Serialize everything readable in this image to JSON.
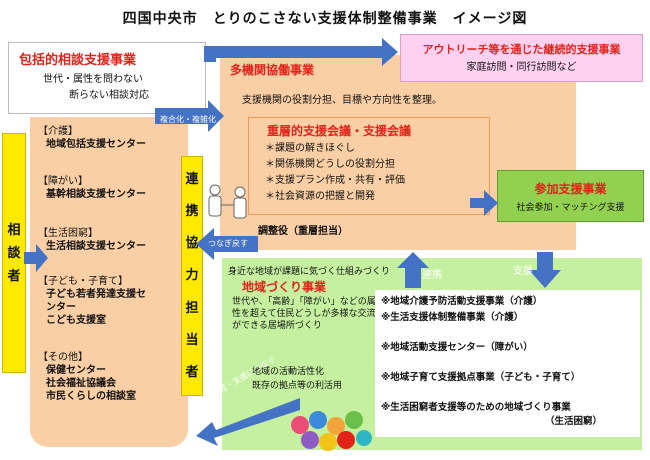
{
  "title": "四国中央市　とりのこさない支援体制整備事業　イメージ図",
  "houkatsu": {
    "heading": "包括的相談支援事業",
    "line1": "世代・属性を問わない",
    "line2": "断らない相談対応"
  },
  "soudansha": [
    "相",
    "談",
    "者"
  ],
  "categories": [
    {
      "head": "【介護】",
      "items": [
        "地域包括支援センター"
      ]
    },
    {
      "head": "【障がい】",
      "items": [
        "基幹相談支援センター"
      ]
    },
    {
      "head": "【生活困窮】",
      "items": [
        "生活相談支援センター"
      ]
    },
    {
      "head": "【子ども・子育て】",
      "items": [
        "子ども若者発達支援セ",
        "ンター",
        "こども支援室"
      ]
    },
    {
      "head": "【その他】",
      "items": [
        "保健センター",
        "社会福祉協議会",
        "市民くらしの相談室"
      ]
    }
  ],
  "renkei_tantou": [
    "連",
    "携",
    "協",
    "力",
    "担",
    "当",
    "者"
  ],
  "takikan": {
    "heading": "多機関協働事業",
    "description": "支援機関の役割分担、目標や方向性を整理。"
  },
  "juusou": {
    "heading": "重層的支援会議・支援会議",
    "items": [
      "＊課題の解きほぐし",
      "＊関係機関どうしの役割分担",
      "＊支援プラン作成・共有・評価",
      "＊社会資源の把握と開発"
    ]
  },
  "outreach": {
    "heading": "アウトリーチ等を通じた継続的支援事業",
    "sub": "家庭訪問・同行訪問など"
  },
  "sanka": {
    "heading": "参加支援事業",
    "sub": "社会参加・マッチング支援"
  },
  "chiiki": {
    "top_text": "身近な地域が課題に気づく仕組みづくり",
    "heading": "地域づくり事業",
    "description": "世代や、「高齢」「障がい」などの属性を超えて住民どうしが多様な交流ができる居場所づくり",
    "sub1": "地域の活動活性化",
    "sub2": "既存の拠点等の利活用",
    "list": [
      "※地域介護予防活動支援事業（介護）",
      "※生活支援体制整備事業（介護）",
      "※地域活動支援センター（障がい）",
      "※地域子育て支援拠点事業（子ども・子育て）",
      "※生活困窮者支援等のための地域づくり事業",
      "（生活困窮）"
    ]
  },
  "labels": {
    "chouseiyaku": "調整役（重層担当）",
    "fukugou": "複合化・複雑化",
    "tsunagi": "つなぎ戻す",
    "renkei": "連携",
    "shien": "支援",
    "kadai": "課題発見・支援につなぐ"
  },
  "colors": {
    "red_heading": "#e2231a",
    "orange_box": "#fbcfa5",
    "yellow": "#ffe900",
    "green_box": "#c5f0a0",
    "green_sanka": "#92d050",
    "pink_box": "#ffd1f0",
    "arrow_blue": "#4472c4"
  }
}
